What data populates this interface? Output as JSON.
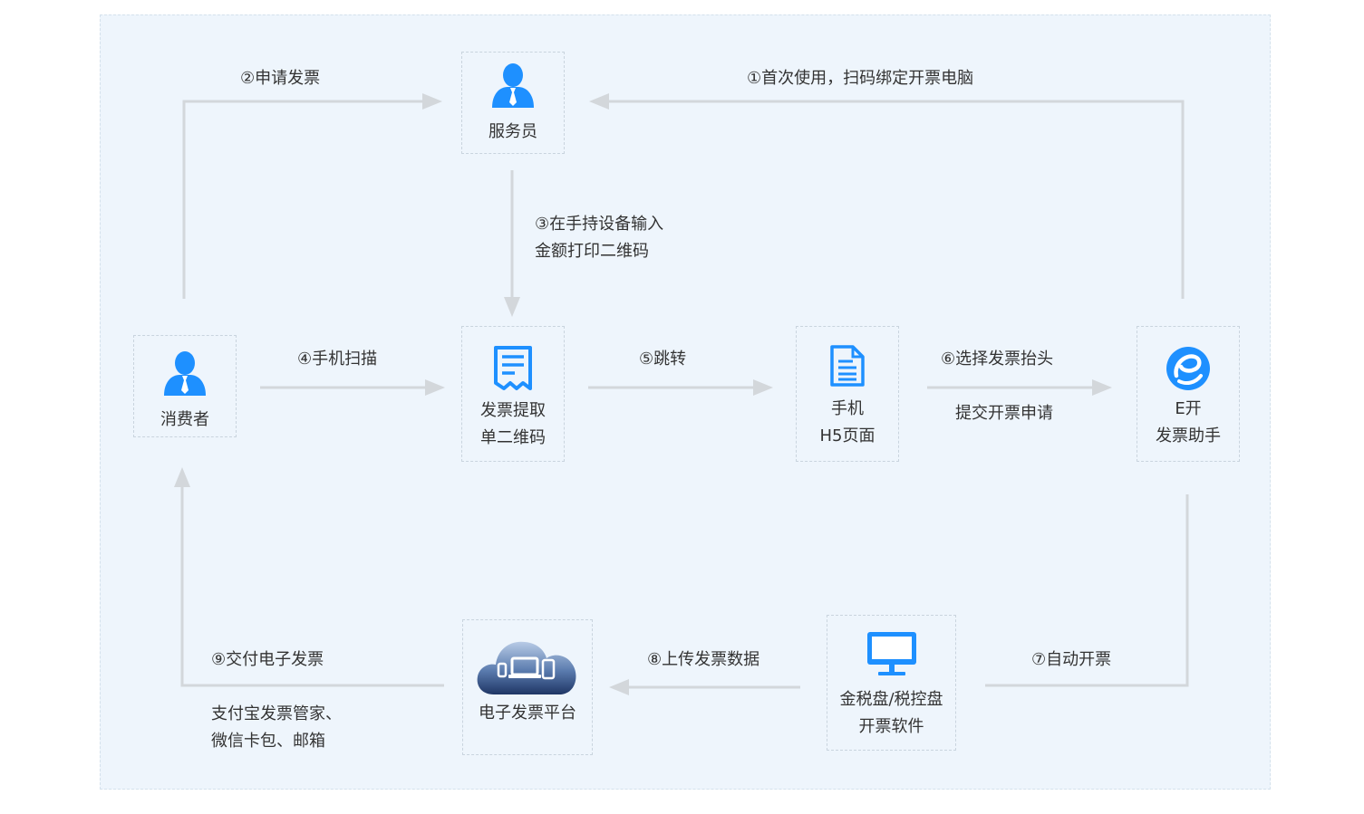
{
  "nodes": {
    "waiter": {
      "label": "服务员"
    },
    "consumer": {
      "label": "消费者"
    },
    "qr": {
      "line1": "发票提取",
      "line2": "单二维码"
    },
    "h5": {
      "line1": "手机",
      "line2": "H5页面"
    },
    "eassist": {
      "line1": "E开",
      "line2": "发票助手"
    },
    "software": {
      "line1": "金税盘/税控盘",
      "line2": "开票软件"
    },
    "platform": {
      "label": "电子发票平台"
    }
  },
  "edges": {
    "step1": "①首次使用，扫码绑定开票电脑",
    "step2": "②申请发票",
    "step3_line1": "③在手持设备输入",
    "step3_line2": "金额打印二维码",
    "step4": "④手机扫描",
    "step5": "⑤跳转",
    "step6_line1": "⑥选择发票抬头",
    "step6_line2": "提交开票申请",
    "step7": "⑦自动开票",
    "step8": "⑧上传发票数据",
    "step9": "⑨交付电子发票",
    "step9_note_line1": "支付宝发票管家、",
    "step9_note_line2": "微信卡包、邮箱"
  },
  "colors": {
    "icon_blue": "#1e90ff",
    "arrow_gray": "#d3d7db",
    "border_dash": "#c9d4de",
    "panel_bg": "#eef5fc"
  },
  "icons": {
    "waiter": "person-tie-icon",
    "consumer": "person-tie-icon",
    "qr": "receipt-icon",
    "h5": "document-icon",
    "eassist": "e-logo-icon",
    "software": "monitor-icon",
    "platform": "cloud-devices-icon"
  }
}
